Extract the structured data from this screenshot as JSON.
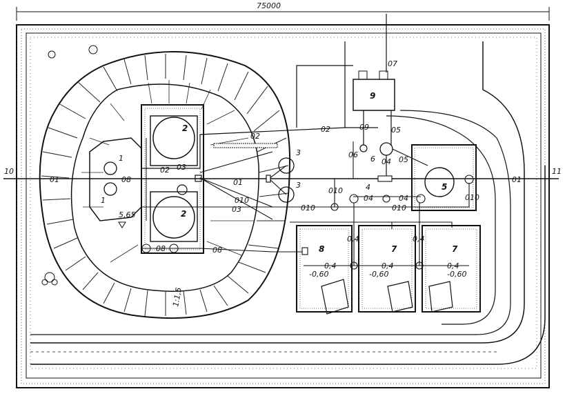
{
  "dimension": {
    "width_label": "75000"
  },
  "inlet": "10",
  "outlet": "11",
  "pipe_labels": {
    "p01": "01",
    "p02": "02",
    "p03": "03",
    "p04": "04",
    "p05": "05",
    "p06": "06",
    "p07": "07",
    "p08": "08",
    "p09": "09",
    "p010": "010",
    "p04_alt": "0,4"
  },
  "structures": {
    "s1": "1",
    "s2": "2",
    "s3": "3",
    "s4": "4",
    "s5": "5",
    "s6": "6",
    "s7": "7",
    "s8": "8",
    "s9": "9"
  },
  "elevations": {
    "top": "5,65",
    "bed_level": "0,4",
    "bed_depth": "-0,60"
  },
  "slope": "1:1,5",
  "colors": {
    "ink": "#111111",
    "paper": "#ffffff"
  }
}
